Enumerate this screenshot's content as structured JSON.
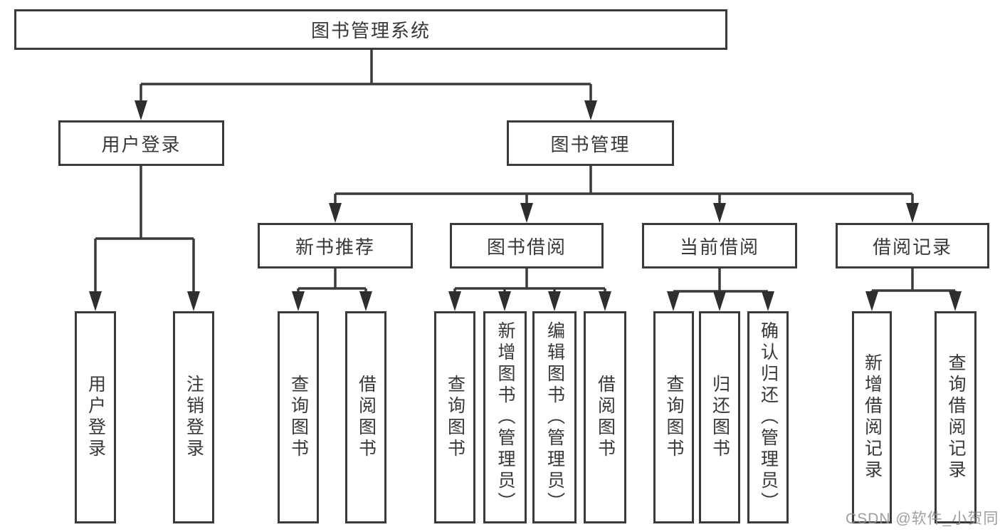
{
  "tree": {
    "label": "图书管理系统",
    "children": [
      {
        "label": "用户登录",
        "children": [
          {
            "label": "用户登录"
          },
          {
            "label": "注销登录"
          }
        ]
      },
      {
        "label": "图书管理",
        "children": [
          {
            "label": "新书推荐",
            "children": [
              {
                "label": "查询图书"
              },
              {
                "label": "借阅图书"
              }
            ]
          },
          {
            "label": "图书借阅",
            "children": [
              {
                "label": "查询图书"
              },
              {
                "label": "新增图书（管理员）"
              },
              {
                "label": "编辑图书（管理员）"
              },
              {
                "label": "借阅图书"
              }
            ]
          },
          {
            "label": "当前借阅",
            "children": [
              {
                "label": "查询图书"
              },
              {
                "label": "归还图书"
              },
              {
                "label": "确认归还（管理员）"
              }
            ]
          },
          {
            "label": "借阅记录",
            "children": [
              {
                "label": "新增借阅记录"
              },
              {
                "label": "查询借阅记录"
              }
            ]
          }
        ]
      }
    ]
  },
  "watermark": "CSDN @软件_小贺同学",
  "colors": {
    "line": "#3a3a3a",
    "arrow": "#2e2e2e",
    "text": "#383838",
    "background": "#ffffff",
    "watermark": "#919191"
  }
}
